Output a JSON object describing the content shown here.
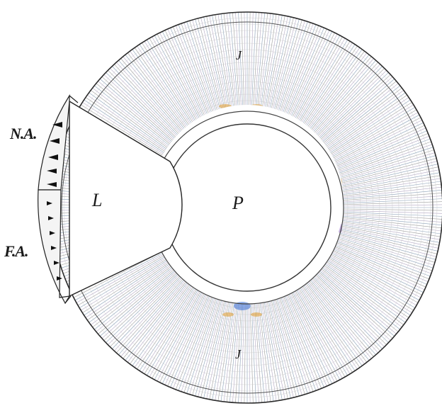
{
  "figure": {
    "labels": {
      "na": "N.A.",
      "fa": "F.A.",
      "l": "L",
      "p": "P",
      "j_top": "J",
      "j_bottom": "J"
    },
    "colors": {
      "background": "#ffffff",
      "line": "#2b2b2b",
      "hatch": "#6b6b6b",
      "accent_blue": "#3a6fd8",
      "accent_orange": "#e09a2a",
      "accent_purple": "#9a74c8",
      "accent_green": "#7fb07a"
    }
  }
}
